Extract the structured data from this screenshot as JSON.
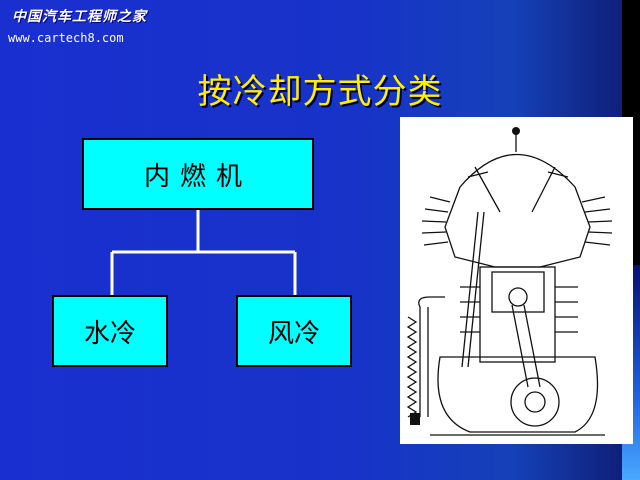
{
  "watermark": {
    "line1": "中国汽车工程师之家",
    "line2": "www.cartech8.com"
  },
  "slide": {
    "title": "按冷却方式分类"
  },
  "diagram": {
    "root": "内燃机",
    "children": [
      "水冷",
      "风冷"
    ]
  },
  "colors": {
    "background": "#1a2fd0",
    "title": "#ffee00",
    "box_fill": "#00ffff",
    "connector": "#ffffff"
  }
}
